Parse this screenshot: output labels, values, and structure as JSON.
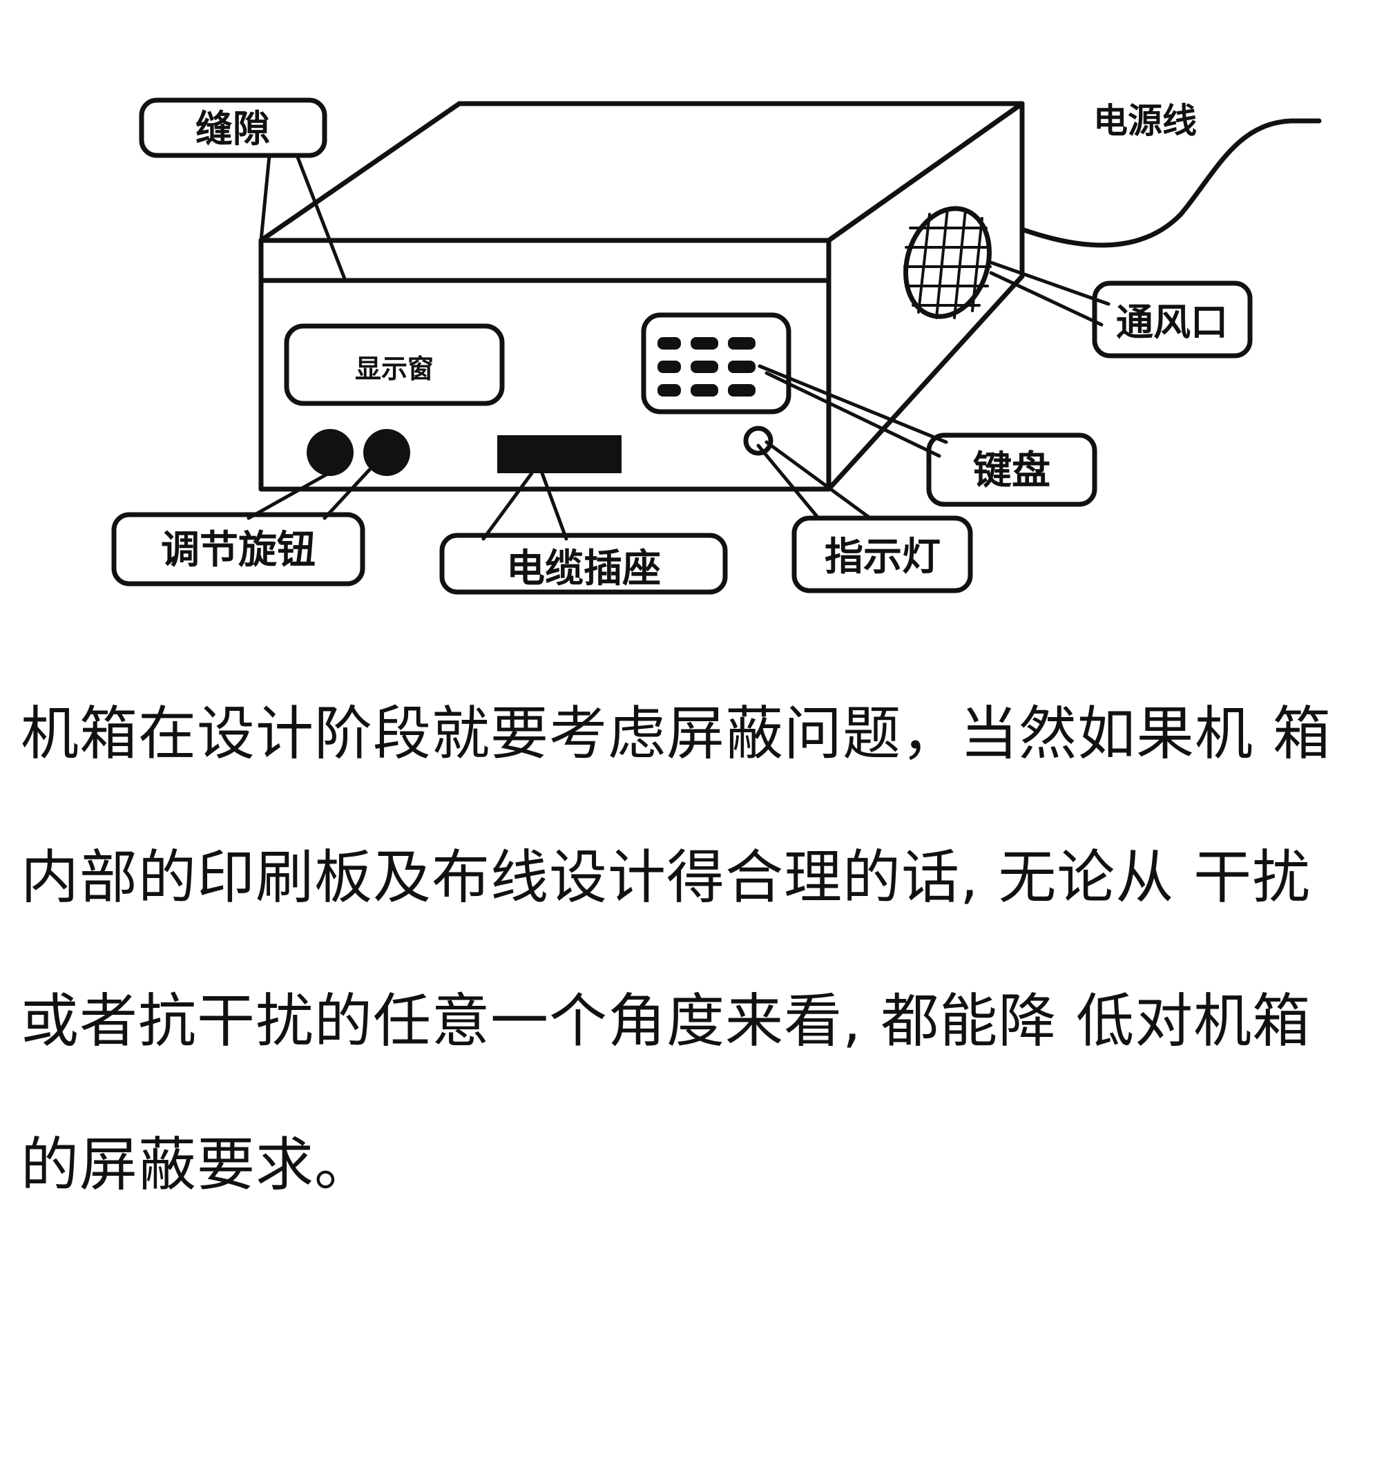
{
  "diagram": {
    "labels": {
      "gap": "缝隙",
      "power_cord": "电源线",
      "display_window": "显示窗",
      "vent": "通风口",
      "keyboard": "键盘",
      "knobs": "调节旋钮",
      "cable_socket": "电缆插座",
      "indicator": "指示灯"
    }
  },
  "text": {
    "lines": [
      "机箱在设计阶段就要考虑屏蔽问题，当然如果机 箱",
      "内部的印刷板及布线设计得合理的话, 无论从 干扰",
      "或者抗干扰的任意一个角度来看, 都能降 低对机箱",
      "的屏蔽要求。"
    ]
  }
}
